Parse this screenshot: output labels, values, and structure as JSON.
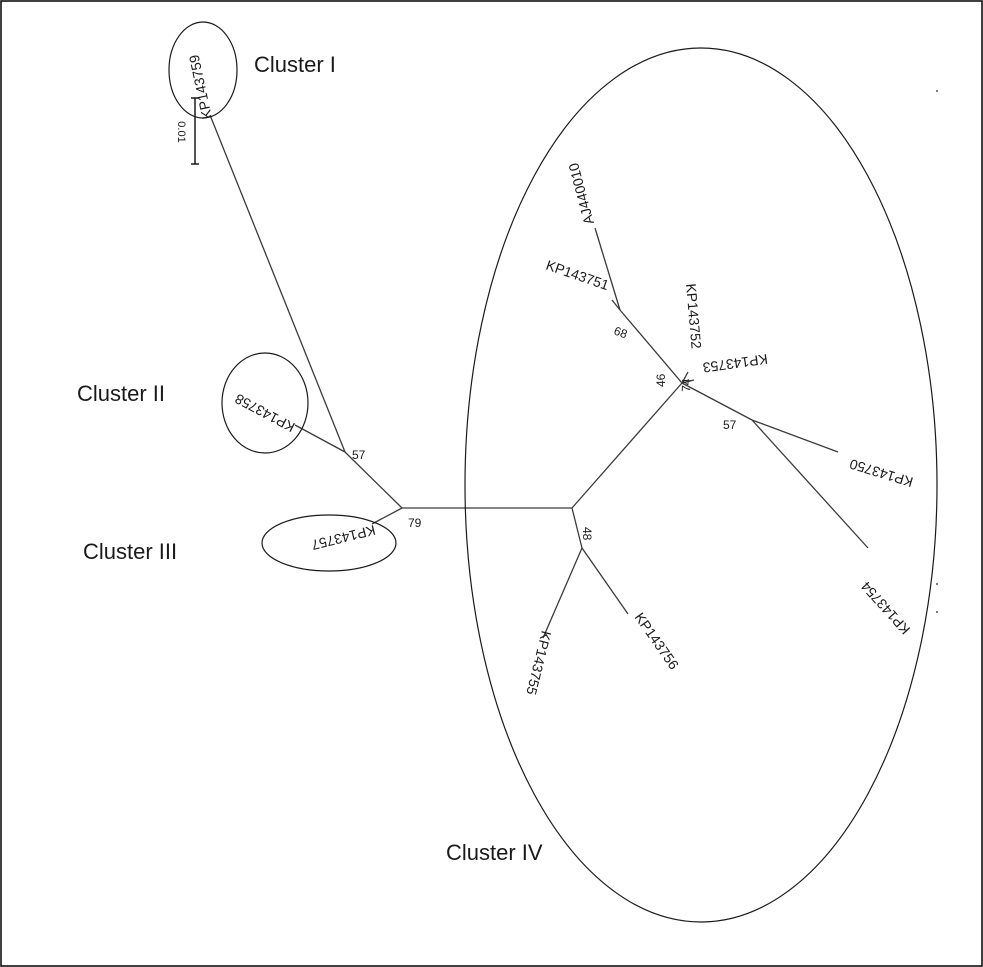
{
  "clusters": {
    "cluster_1": "Cluster I",
    "cluster_2": "Cluster II",
    "cluster_3": "Cluster III",
    "cluster_4": "Cluster IV"
  },
  "leaves": {
    "kp143759": "KP143759",
    "kp143758": "KP143758",
    "kp143757": "KP143757",
    "aj440010": "AJ440010",
    "kp143751": "KP143751",
    "kp143752": "KP143752",
    "kp143753": "KP143753",
    "kp143750": "KP143750",
    "kp143754": "KP143754",
    "kp143755": "KP143755",
    "kp143756": "KP143756"
  },
  "bootstrap": {
    "node_cluster_1_2": "57",
    "node_root": "79",
    "node_cluster_4_base": "46",
    "node_aj_kp51": "68",
    "node_kp52_53": "74",
    "node_kp50_54": "57",
    "node_kp55_56": "48"
  },
  "scale": {
    "label": "0.01"
  }
}
